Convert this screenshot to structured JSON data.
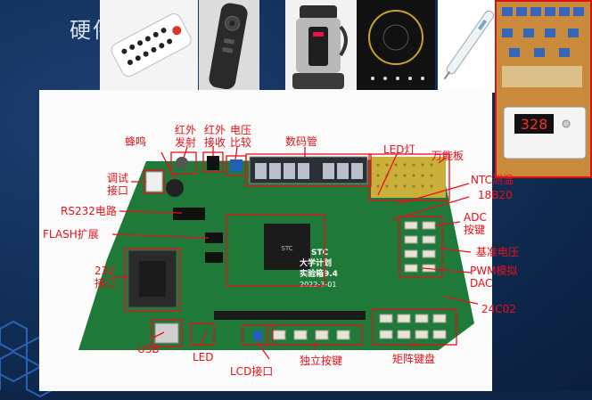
{
  "slide": {
    "title": "硬件"
  },
  "board": {
    "chip_brand": "STC",
    "chip_line1": "大学计划",
    "chip_line2": "实验箱9.4",
    "chip_date": "2022-3-01"
  },
  "annotations": {
    "buzzer": "蜂鸣",
    "ir_tx": "红外\n发射",
    "ir_rx": "红外\n接收",
    "voltage_cmp": "电压\n比较",
    "seg_display": "数码管",
    "led_light": "LED灯",
    "proto_board": "万能板",
    "debug_port": "调试\n接口",
    "ntc": "NTC测温",
    "ds18b20": "18B20",
    "rs232_circuit": "RS232电路",
    "flash": "FLASH扩展",
    "adc_keys": "ADC\n按键",
    "ref_voltage": "基准电压",
    "port232": "232\n接口",
    "pwm_dac": "PWM模拟\nDAC",
    "eeprom": "24C02",
    "usb": "USB",
    "led": "LED",
    "lcd_port": "LCD接口",
    "indep_keys": "独立按键",
    "matrix_keys": "矩阵键盘"
  },
  "thermostat": {
    "reading": "328"
  },
  "colors": {
    "annotation": "#e8101a",
    "pcb": "#1f7a3a",
    "background": "#12305a"
  }
}
